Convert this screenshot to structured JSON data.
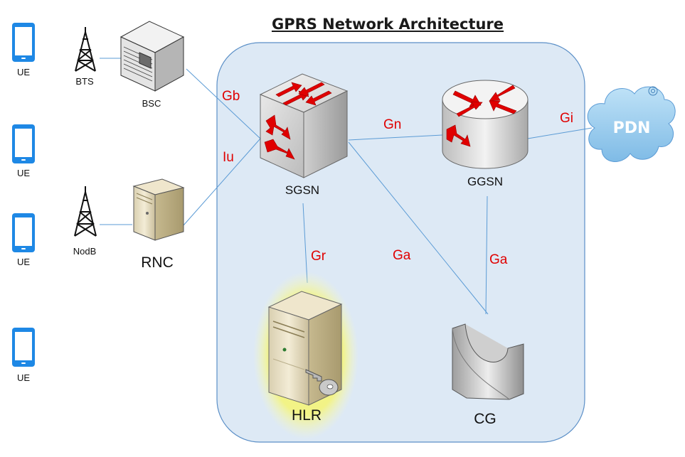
{
  "title": "GPRS Network Architecture",
  "nodes": {
    "ue1": "UE",
    "ue2": "UE",
    "ue3": "UE",
    "ue4": "UE",
    "bts": "BTS",
    "bsc": "BSC",
    "nodeb": "NodB",
    "rnc": "RNC",
    "sgsn": "SGSN",
    "ggsn": "GGSN",
    "hlr": "HLR",
    "cg": "CG",
    "pdn": "PDN"
  },
  "interfaces": {
    "gb": "Gb",
    "iu": "Iu",
    "gn": "Gn",
    "gi": "Gi",
    "gr": "Gr",
    "ga_sgsn": "Ga",
    "ga_ggsn": "Ga"
  },
  "colors": {
    "core_fill": "#dde9f5",
    "core_stroke": "#5b8fc7",
    "link": "#5b9bd5",
    "interface_text": "#e00000",
    "ue_blue": "#1e88e5",
    "pdn_fill": "#9ccff0",
    "arrow_red": "#e00000",
    "hlr_glow": "#f2f28a"
  }
}
